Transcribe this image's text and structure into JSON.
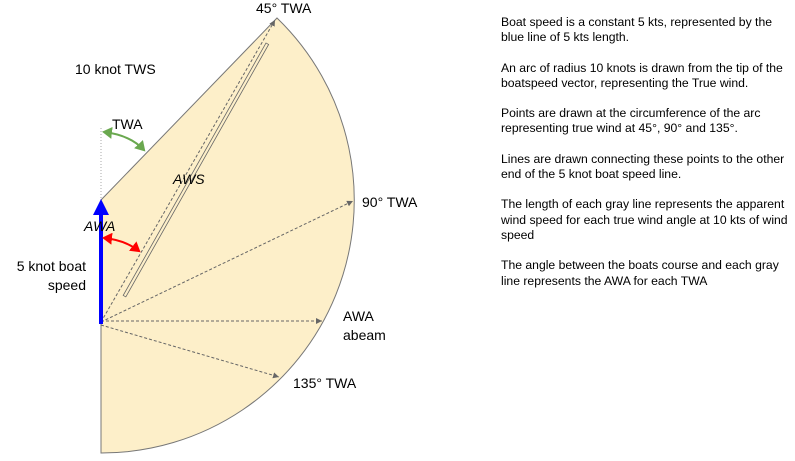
{
  "diagram": {
    "labels": {
      "twa_45": "45° TWA",
      "tws": "10 knot TWS",
      "twa": "TWA",
      "aws": "AWS",
      "twa_90": "90° TWA",
      "awa": "AWA",
      "boat_speed": "5 knot boat speed",
      "awa_abeam": "AWA abeam",
      "twa_135": "135° TWA"
    },
    "colors": {
      "sector_fill": "#fdefc9",
      "boat_vector": "#0000ff",
      "twa_arrow": "#6aa84f",
      "awa_arrow": "#ff0000",
      "lines": "#666666"
    },
    "boat_speed_kts": 5,
    "true_wind_speed_kts": 10,
    "true_wind_angles_deg": [
      45,
      90,
      135
    ]
  },
  "notes": [
    "Boat speed is a constant 5 kts, represented by the blue line of 5 kts length.",
    "An arc of radius 10 knots is drawn from the tip of the boatspeed vector, representing the True wind.",
    "Points are drawn at the circumference of the arc representing true wind at 45°, 90° and 135°.",
    "Lines are drawn connecting these points to the other end of the 5 knot boat speed line.",
    "The length of each gray line represents the apparent wind speed for each true wind angle at 10 kts of wind speed",
    "The angle between the boats course and each gray line represents the AWA for each TWA"
  ]
}
